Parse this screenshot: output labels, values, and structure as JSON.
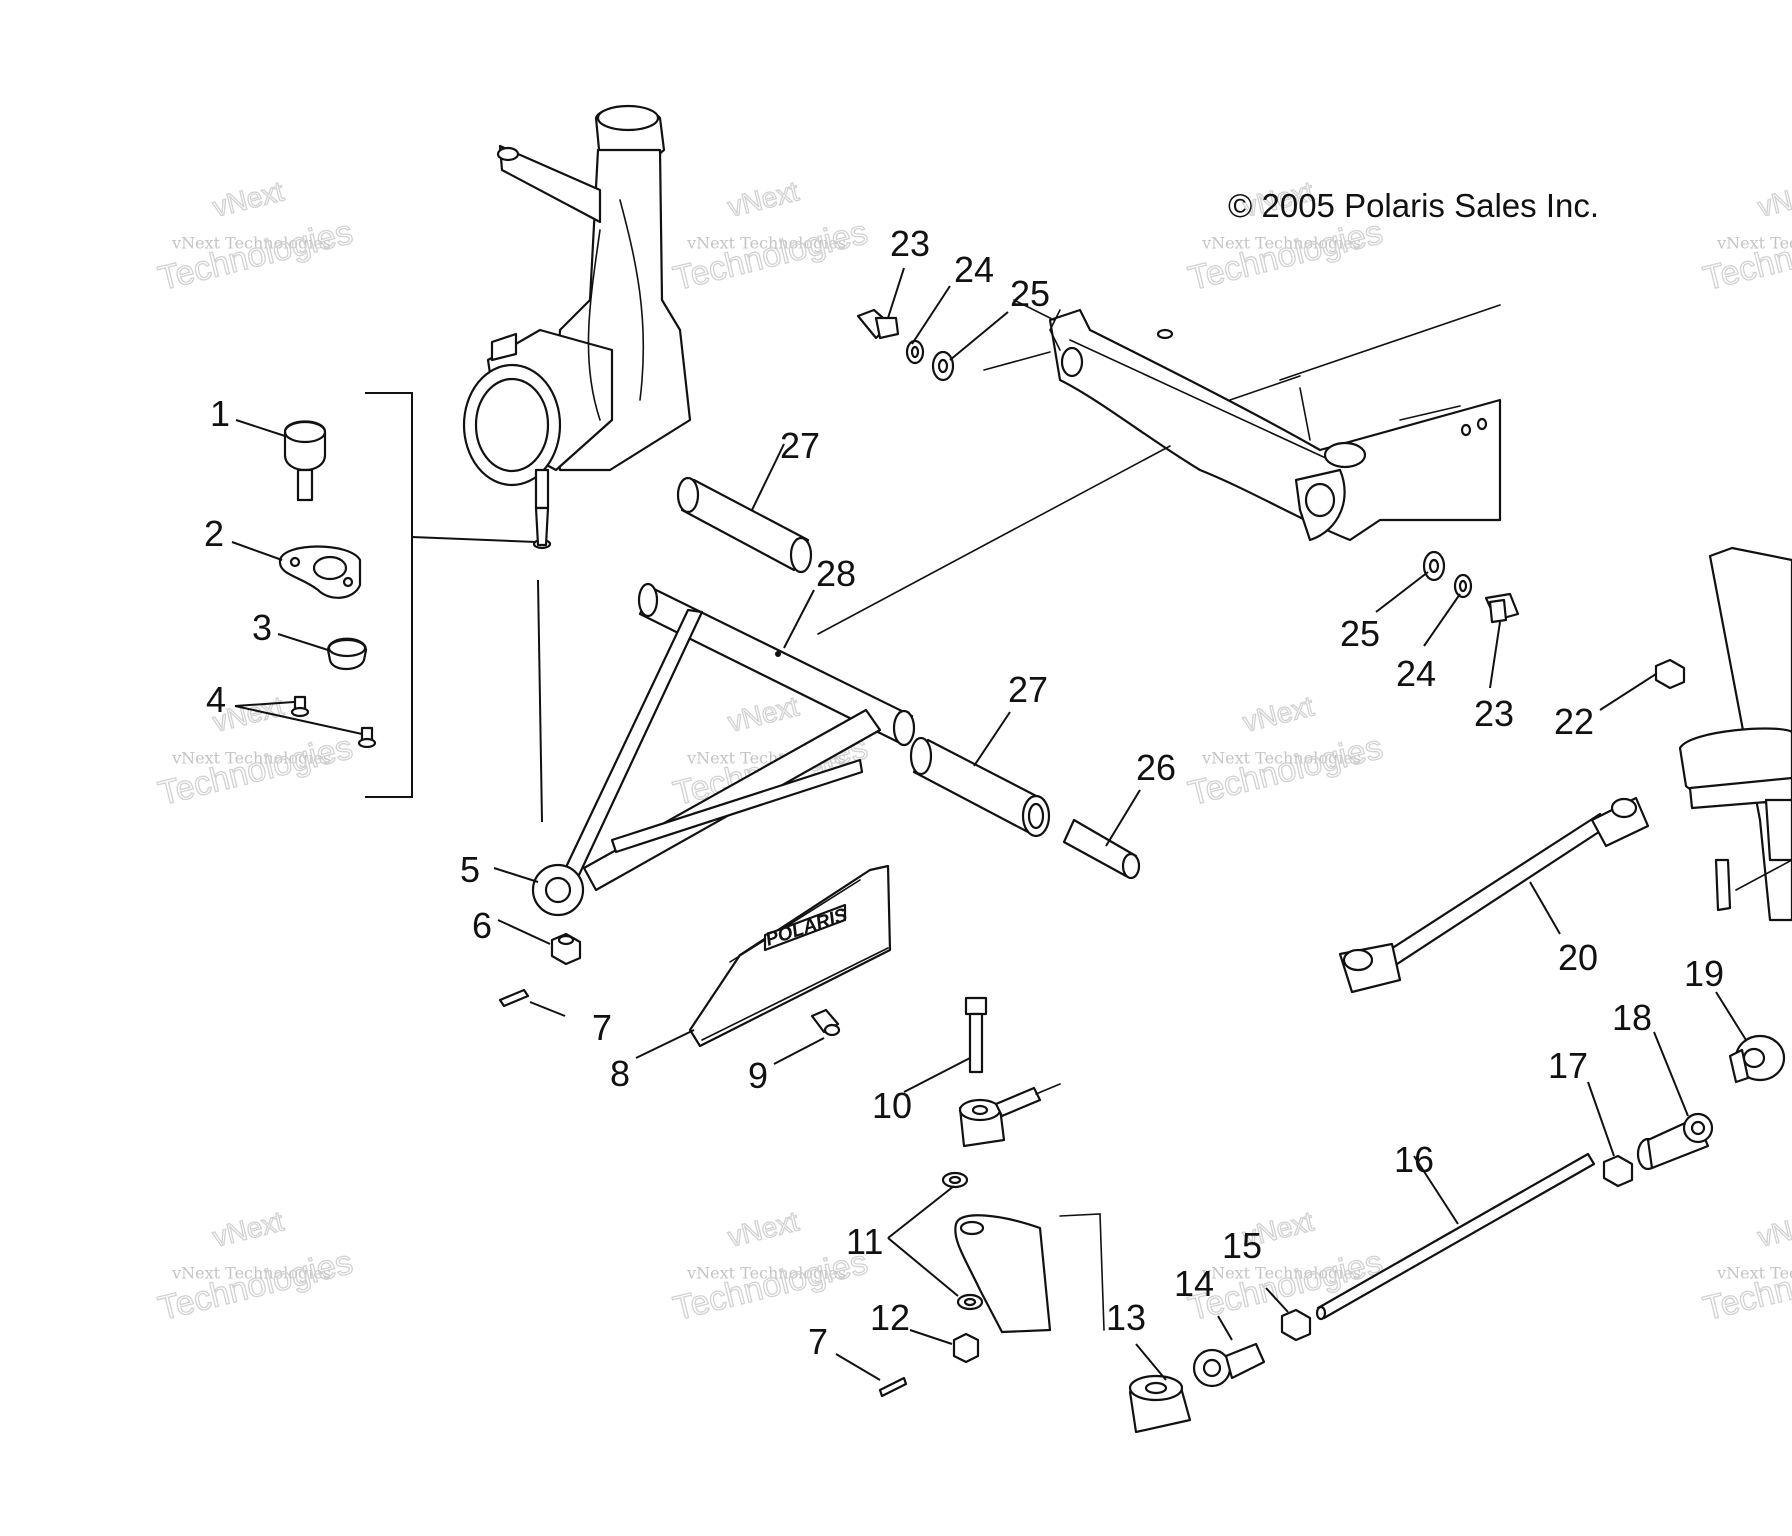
{
  "copyright": "© 2005 Polaris Sales Inc.",
  "watermark": {
    "line1": "vNext",
    "line2": "vNext Technologies",
    "line3": "Technologies"
  },
  "decal_text": "POLARIS",
  "callouts": [
    {
      "id": "c1",
      "label": "1"
    },
    {
      "id": "c2",
      "label": "2"
    },
    {
      "id": "c3",
      "label": "3"
    },
    {
      "id": "c4",
      "label": "4"
    },
    {
      "id": "c5",
      "label": "5"
    },
    {
      "id": "c6",
      "label": "6"
    },
    {
      "id": "c7a",
      "label": "7"
    },
    {
      "id": "c7b",
      "label": "7"
    },
    {
      "id": "c8",
      "label": "8"
    },
    {
      "id": "c9",
      "label": "9"
    },
    {
      "id": "c10",
      "label": "10"
    },
    {
      "id": "c11",
      "label": "11"
    },
    {
      "id": "c12",
      "label": "12"
    },
    {
      "id": "c13",
      "label": "13"
    },
    {
      "id": "c14",
      "label": "14"
    },
    {
      "id": "c15",
      "label": "15"
    },
    {
      "id": "c16",
      "label": "16"
    },
    {
      "id": "c17",
      "label": "17"
    },
    {
      "id": "c18",
      "label": "18"
    },
    {
      "id": "c19",
      "label": "19"
    },
    {
      "id": "c20",
      "label": "20"
    },
    {
      "id": "c22",
      "label": "22"
    },
    {
      "id": "c23a",
      "label": "23"
    },
    {
      "id": "c23b",
      "label": "23"
    },
    {
      "id": "c24a",
      "label": "24"
    },
    {
      "id": "c24b",
      "label": "24"
    },
    {
      "id": "c25a",
      "label": "25"
    },
    {
      "id": "c25b",
      "label": "25"
    },
    {
      "id": "c26",
      "label": "26"
    },
    {
      "id": "c27a",
      "label": "27"
    },
    {
      "id": "c27b",
      "label": "27"
    },
    {
      "id": "c28",
      "label": "28"
    }
  ]
}
